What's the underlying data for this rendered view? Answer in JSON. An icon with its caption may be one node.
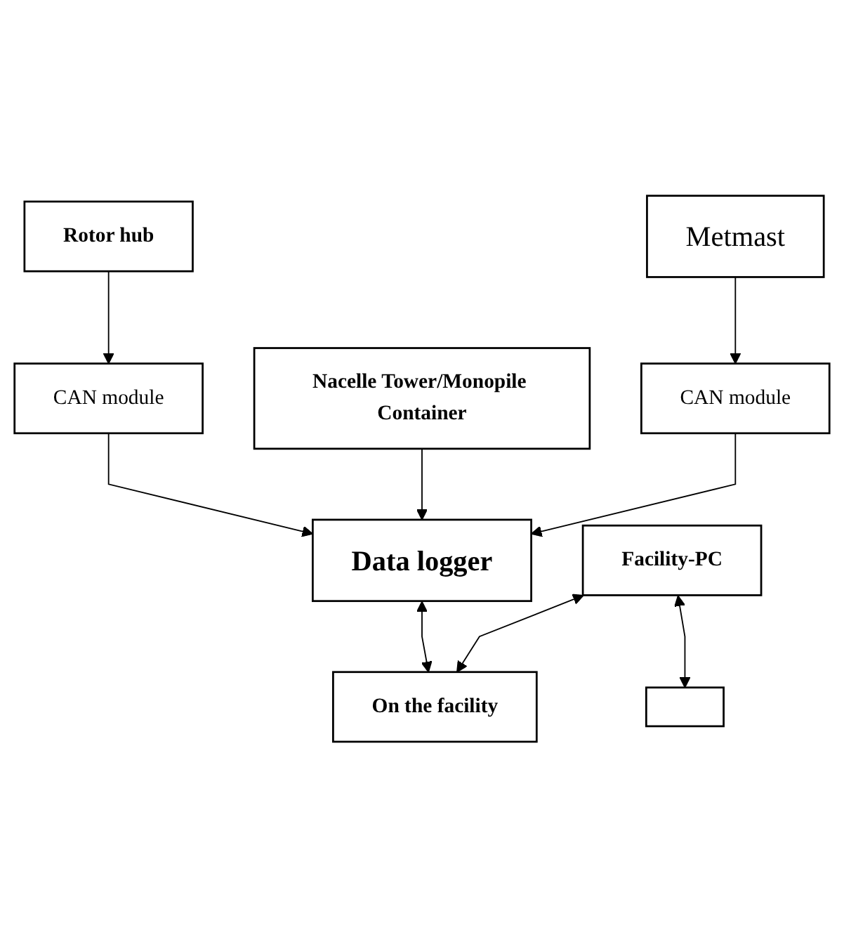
{
  "diagram": {
    "nodes": [
      {
        "text": [
          "Rotor hub"
        ]
      },
      {
        "text": [
          "CAN module"
        ]
      },
      {
        "text": [
          "Nacelle Tower/Monopile Container"
        ]
      },
      {
        "text": [
          "Data logger"
        ]
      },
      {
        "text": [
          "Metmast"
        ]
      },
      {
        "text": [
          "CAN module"
        ]
      },
      {
        "text": [
          "Facility-PC"
        ]
      },
      {
        "text": [
          "On the facility"
        ]
      },
      {
        "text": [],
        "shape": "box"
      }
    ],
    "edges": [
      {
        "from": 0,
        "to": 1,
        "arrow": "to"
      },
      {
        "from": 1,
        "to": 3,
        "arrow": "to"
      },
      {
        "from": 2,
        "to": 3,
        "arrow": "to"
      },
      {
        "from": 4,
        "to": 5,
        "arrow": "to"
      },
      {
        "from": 5,
        "to": 3,
        "arrow": "to"
      },
      {
        "from": 3,
        "to": 7,
        "arrow": "both"
      },
      {
        "from": 6,
        "to": 7,
        "arrow": "both"
      },
      {
        "from": 6,
        "to": 8,
        "arrow": "both"
      }
    ]
  }
}
